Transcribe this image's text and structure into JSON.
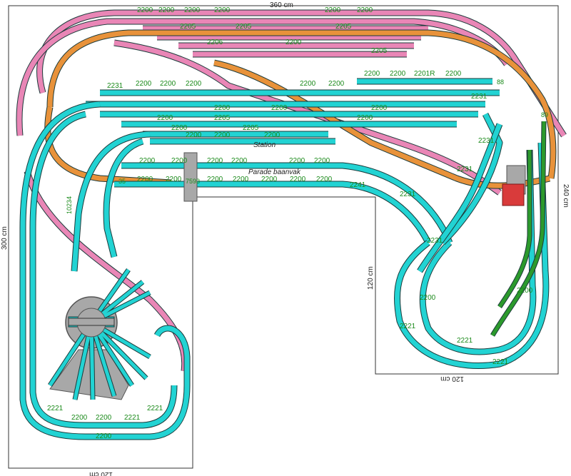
{
  "dimensions": {
    "top": "360 cm",
    "left": "300 cm",
    "right": "240 cm",
    "inner_right": "120 cm",
    "bottom_left": "120 cm",
    "bottom_right": "120 cm"
  },
  "names": {
    "station": "Station",
    "parade": "Parade baanvak"
  },
  "codes": {
    "straight": "2200",
    "curve_a": "2231",
    "curve_b": "2241",
    "curve_c": "2221",
    "switch": "2205",
    "switch_b": "2206",
    "special_a": "7593",
    "special_b": "2201R",
    "short_a": "35",
    "short_b": "89",
    "short_c": "88",
    "bridge": "10234"
  },
  "colors": {
    "cyan": "#22d3d3",
    "pink": "#e986b6",
    "orange": "#e8923a",
    "green": "#2c9a2c",
    "red": "#d93b3b",
    "grey": "#a8a8a8",
    "rail": "#1b3a3a"
  }
}
